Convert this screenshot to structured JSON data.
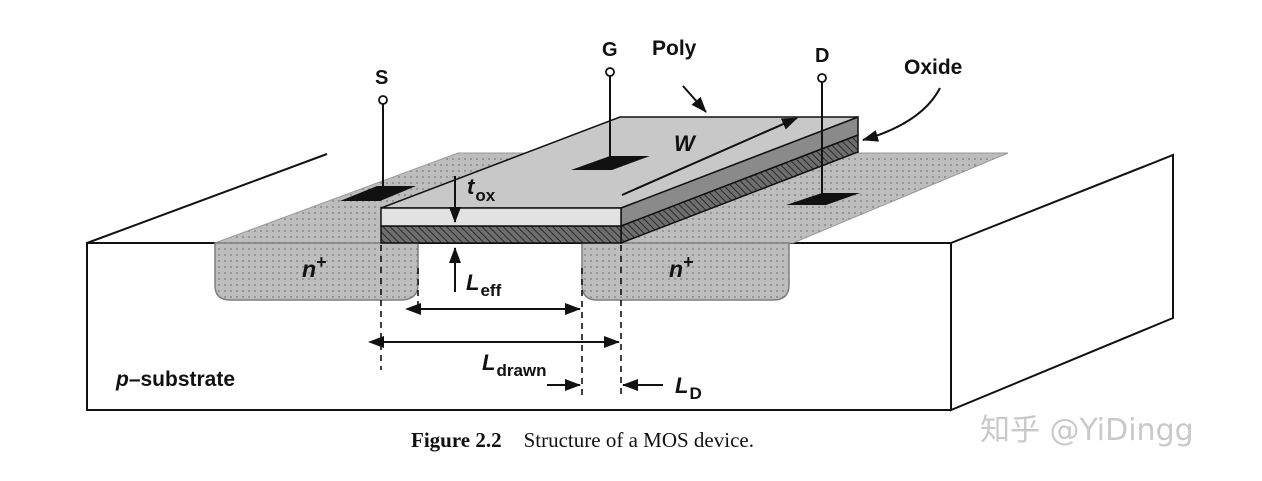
{
  "terminals": {
    "source": "S",
    "gate": "G",
    "drain": "D"
  },
  "layers": {
    "poly": "Poly",
    "oxide": "Oxide",
    "substrate_p": "p",
    "substrate_rest": "–substrate",
    "n_plus_base": "n",
    "n_plus_sup": "+"
  },
  "dimensions": {
    "width": "W",
    "tox_main": "t",
    "tox_sub": "ox",
    "leff_main": "L",
    "leff_sub": "eff",
    "ldrawn_main": "L",
    "ldrawn_sub": "drawn",
    "ld_main": "L",
    "ld_sub": "D"
  },
  "caption": {
    "number": "Figure 2.2",
    "text": "Structure of a MOS device."
  },
  "watermark": "知乎 @YiDingg",
  "colors": {
    "diffusion": "#bdbdbd",
    "poly_top": "#c8c8c8",
    "poly_front": "#e2e2e2",
    "poly_side": "#8a8a8a",
    "ink": "#111111"
  }
}
